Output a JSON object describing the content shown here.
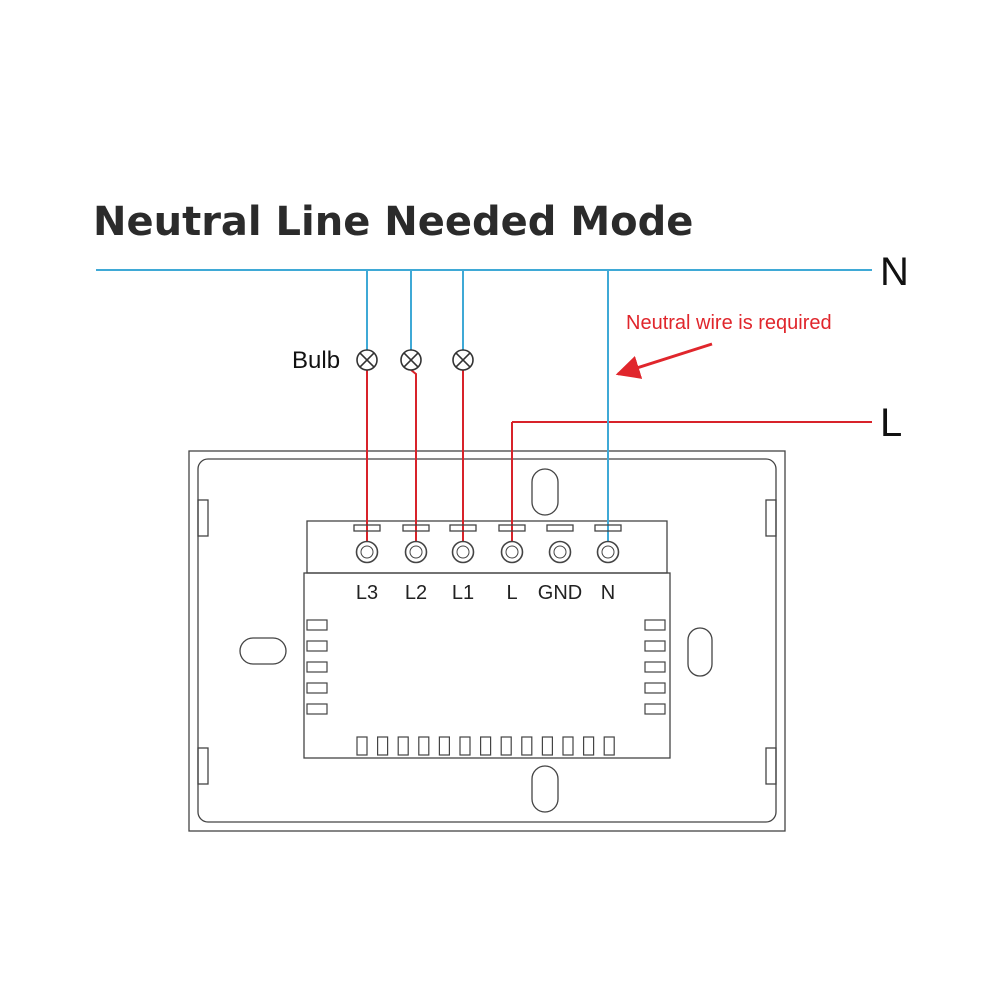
{
  "title": "Neutral Line Needed Mode",
  "rails": {
    "neutral_label": "N",
    "live_label": "L"
  },
  "note": "Neutral wire is required",
  "bulb_label": "Bulb",
  "terminals": [
    "L3",
    "L2",
    "L1",
    "L",
    "GND",
    "N"
  ],
  "colors": {
    "neutral_wire": "#3fa9d6",
    "live_wire": "#d8232a",
    "note_text": "#e0262c",
    "outline": "#444444"
  },
  "icons": {
    "bulb": "lamp-cross-circle-icon",
    "terminal": "screw-terminal-icon",
    "arrow": "arrow-left-icon"
  }
}
